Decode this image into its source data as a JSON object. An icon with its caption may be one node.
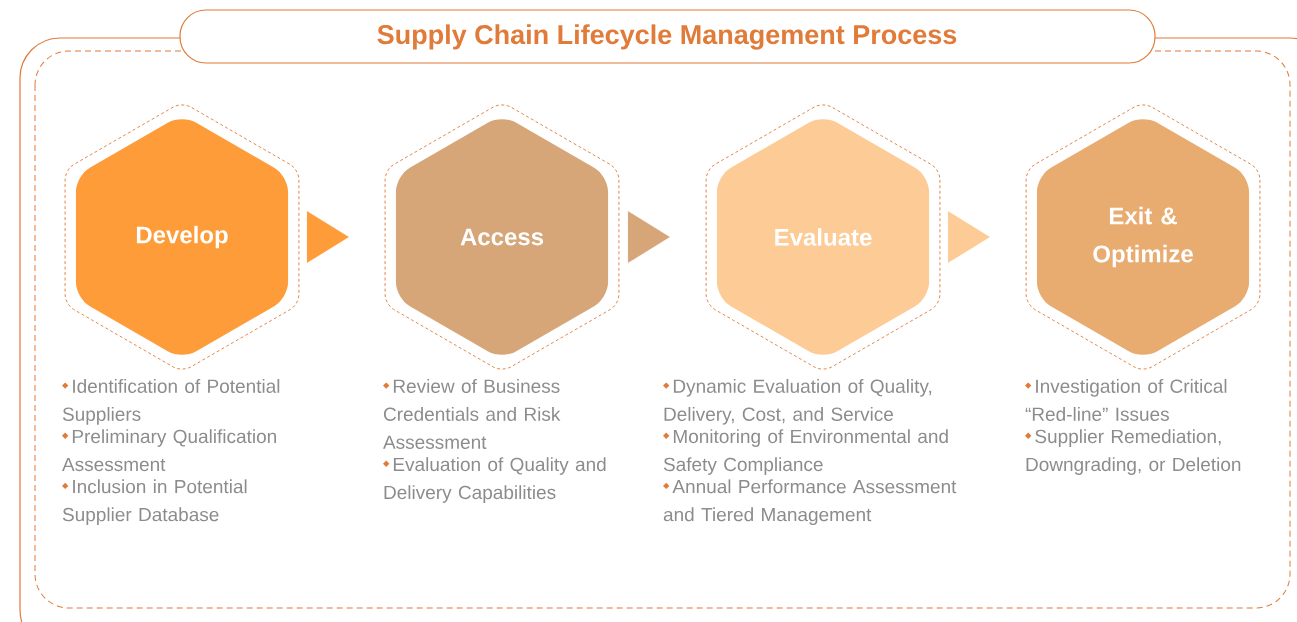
{
  "diagram": {
    "title": "Supply Chain Lifecycle Management Process",
    "nodes": [
      {
        "text": [
          "Develop"
        ],
        "beside": [
          "Identification of Potential Suppliers",
          "Preliminary Qualification Assessment",
          "Inclusion in Potential Supplier Database"
        ]
      },
      {
        "text": [
          "Access"
        ],
        "beside": [
          "Review of Business Credentials and Risk Assessment",
          "Evaluation of Quality and Delivery Capabilities"
        ]
      },
      {
        "text": [
          "Evaluate"
        ],
        "beside": [
          "Dynamic Evaluation of Quality, Delivery, Cost, and Service",
          "Monitoring of Environmental and Safety Compliance",
          "Annual Performance Assessment and Tiered Management"
        ]
      },
      {
        "text": [
          "Exit & Optimize"
        ],
        "beside": [
          "Investigation of Critical “Red-line” Issues",
          "Supplier Remediation, Downgrading, or Deletion"
        ]
      }
    ],
    "edges": [
      {
        "from": 0,
        "to": 1,
        "arrow": "to",
        "color": "#fd9c38"
      },
      {
        "from": 1,
        "to": 2,
        "arrow": "to",
        "color": "#d6a678"
      },
      {
        "from": 2,
        "to": 3,
        "arrow": "to",
        "color": "#fdcb96"
      }
    ]
  }
}
